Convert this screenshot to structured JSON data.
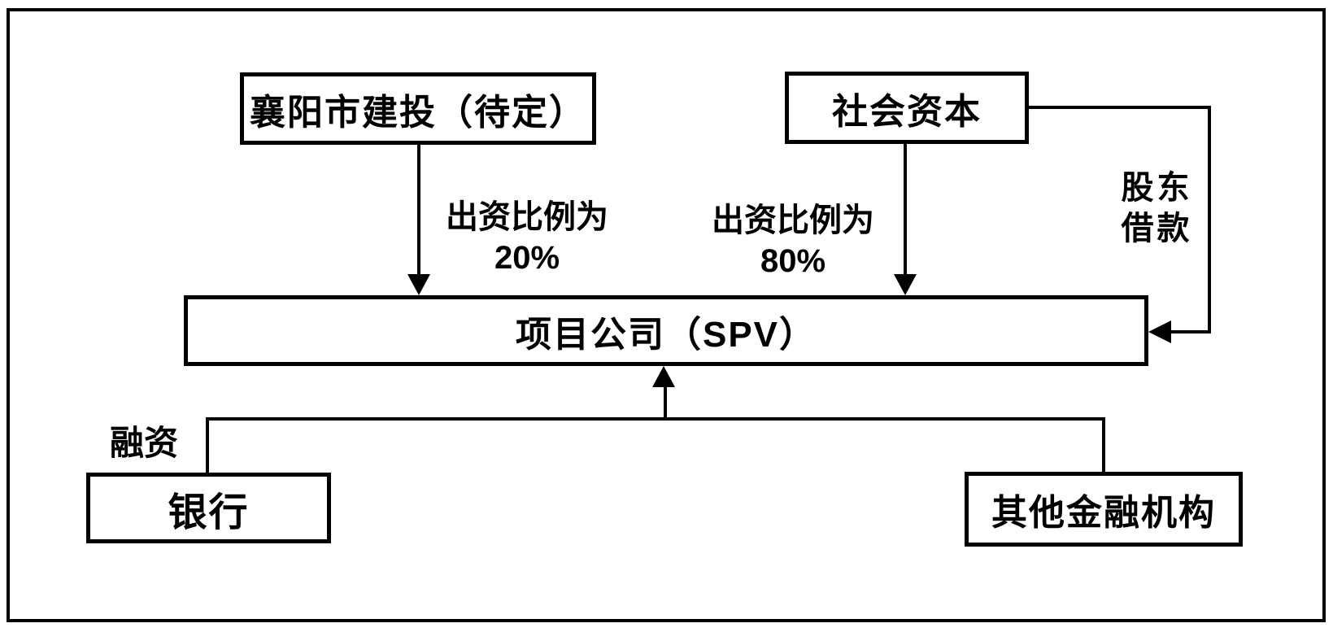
{
  "diagram": {
    "nodes": {
      "government": {
        "label": "襄阳市建投（待定）"
      },
      "social_capital": {
        "label": "社会资本"
      },
      "spv": {
        "label": "项目公司（SPV）"
      },
      "bank": {
        "label": "银行"
      },
      "other_financial": {
        "label": "其他金融机构"
      }
    },
    "edges": {
      "government_to_spv": {
        "type": "arrow-down",
        "label_line1": "出资比例为",
        "label_line2": "20%"
      },
      "social_capital_to_spv": {
        "type": "arrow-down",
        "label_line1": "出资比例为",
        "label_line2": "80%"
      },
      "shareholder_loan": {
        "type": "arrow-left",
        "label_line1": "股东",
        "label_line2": "借款"
      },
      "financing": {
        "type": "arrow-up",
        "label": "融资"
      }
    },
    "colors": {
      "line": "#000000",
      "text": "#000000",
      "background": "#ffffff"
    }
  }
}
